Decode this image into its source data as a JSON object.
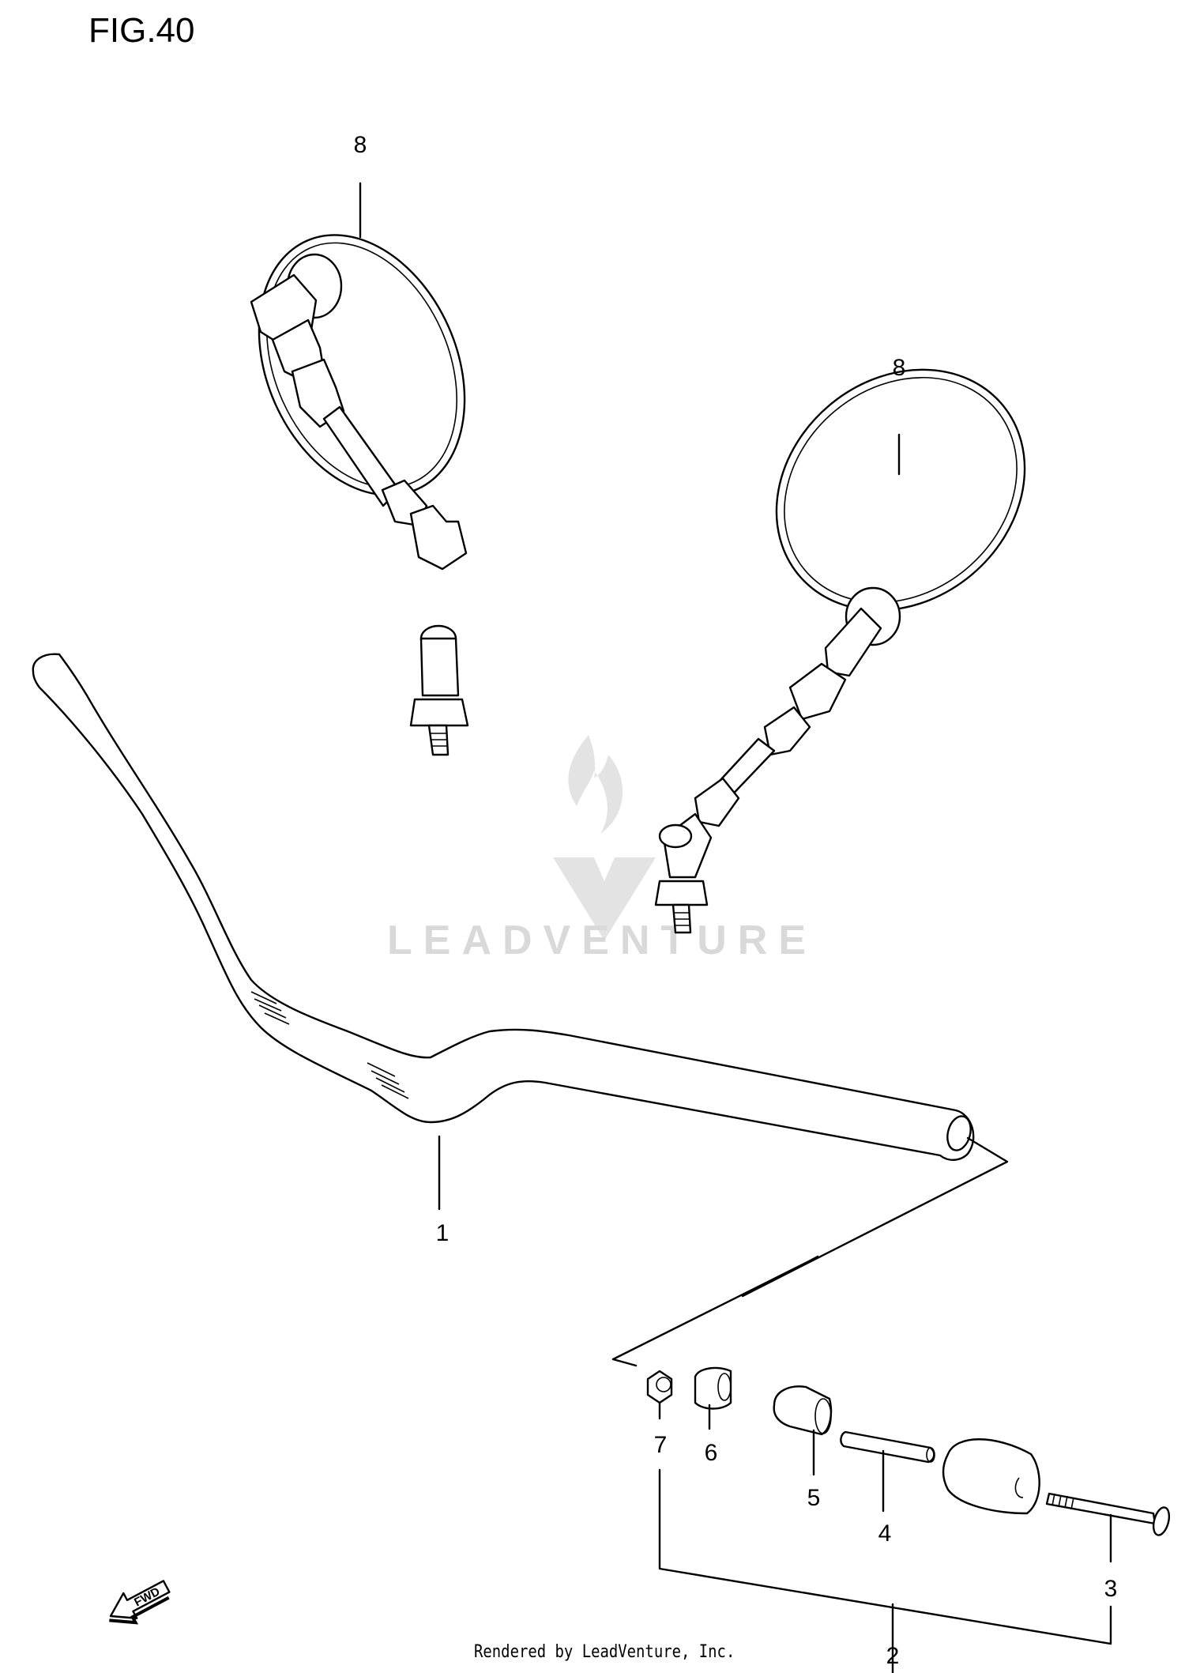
{
  "figure": {
    "title": "FIG.40"
  },
  "callouts": [
    {
      "id": "mirror-right",
      "number": "8"
    },
    {
      "id": "mirror-left",
      "number": "8"
    },
    {
      "id": "handlebar",
      "number": "1"
    },
    {
      "id": "balancer-assy",
      "number": "2"
    },
    {
      "id": "screw",
      "number": "3"
    },
    {
      "id": "spacer",
      "number": "4"
    },
    {
      "id": "collar",
      "number": "5"
    },
    {
      "id": "bushing",
      "number": "6"
    },
    {
      "id": "nut",
      "number": "7"
    }
  ],
  "direction": {
    "arrow_label": "FWD"
  },
  "watermark": {
    "brand": "LEADVENTURE"
  },
  "footer": {
    "credit": "Rendered by LeadVenture, Inc."
  },
  "colors": {
    "line": "#000000",
    "watermark": "#d9d9d9",
    "background": "#ffffff"
  },
  "icons": [
    "flame-v-logo-icon",
    "fwd-arrow-icon"
  ]
}
